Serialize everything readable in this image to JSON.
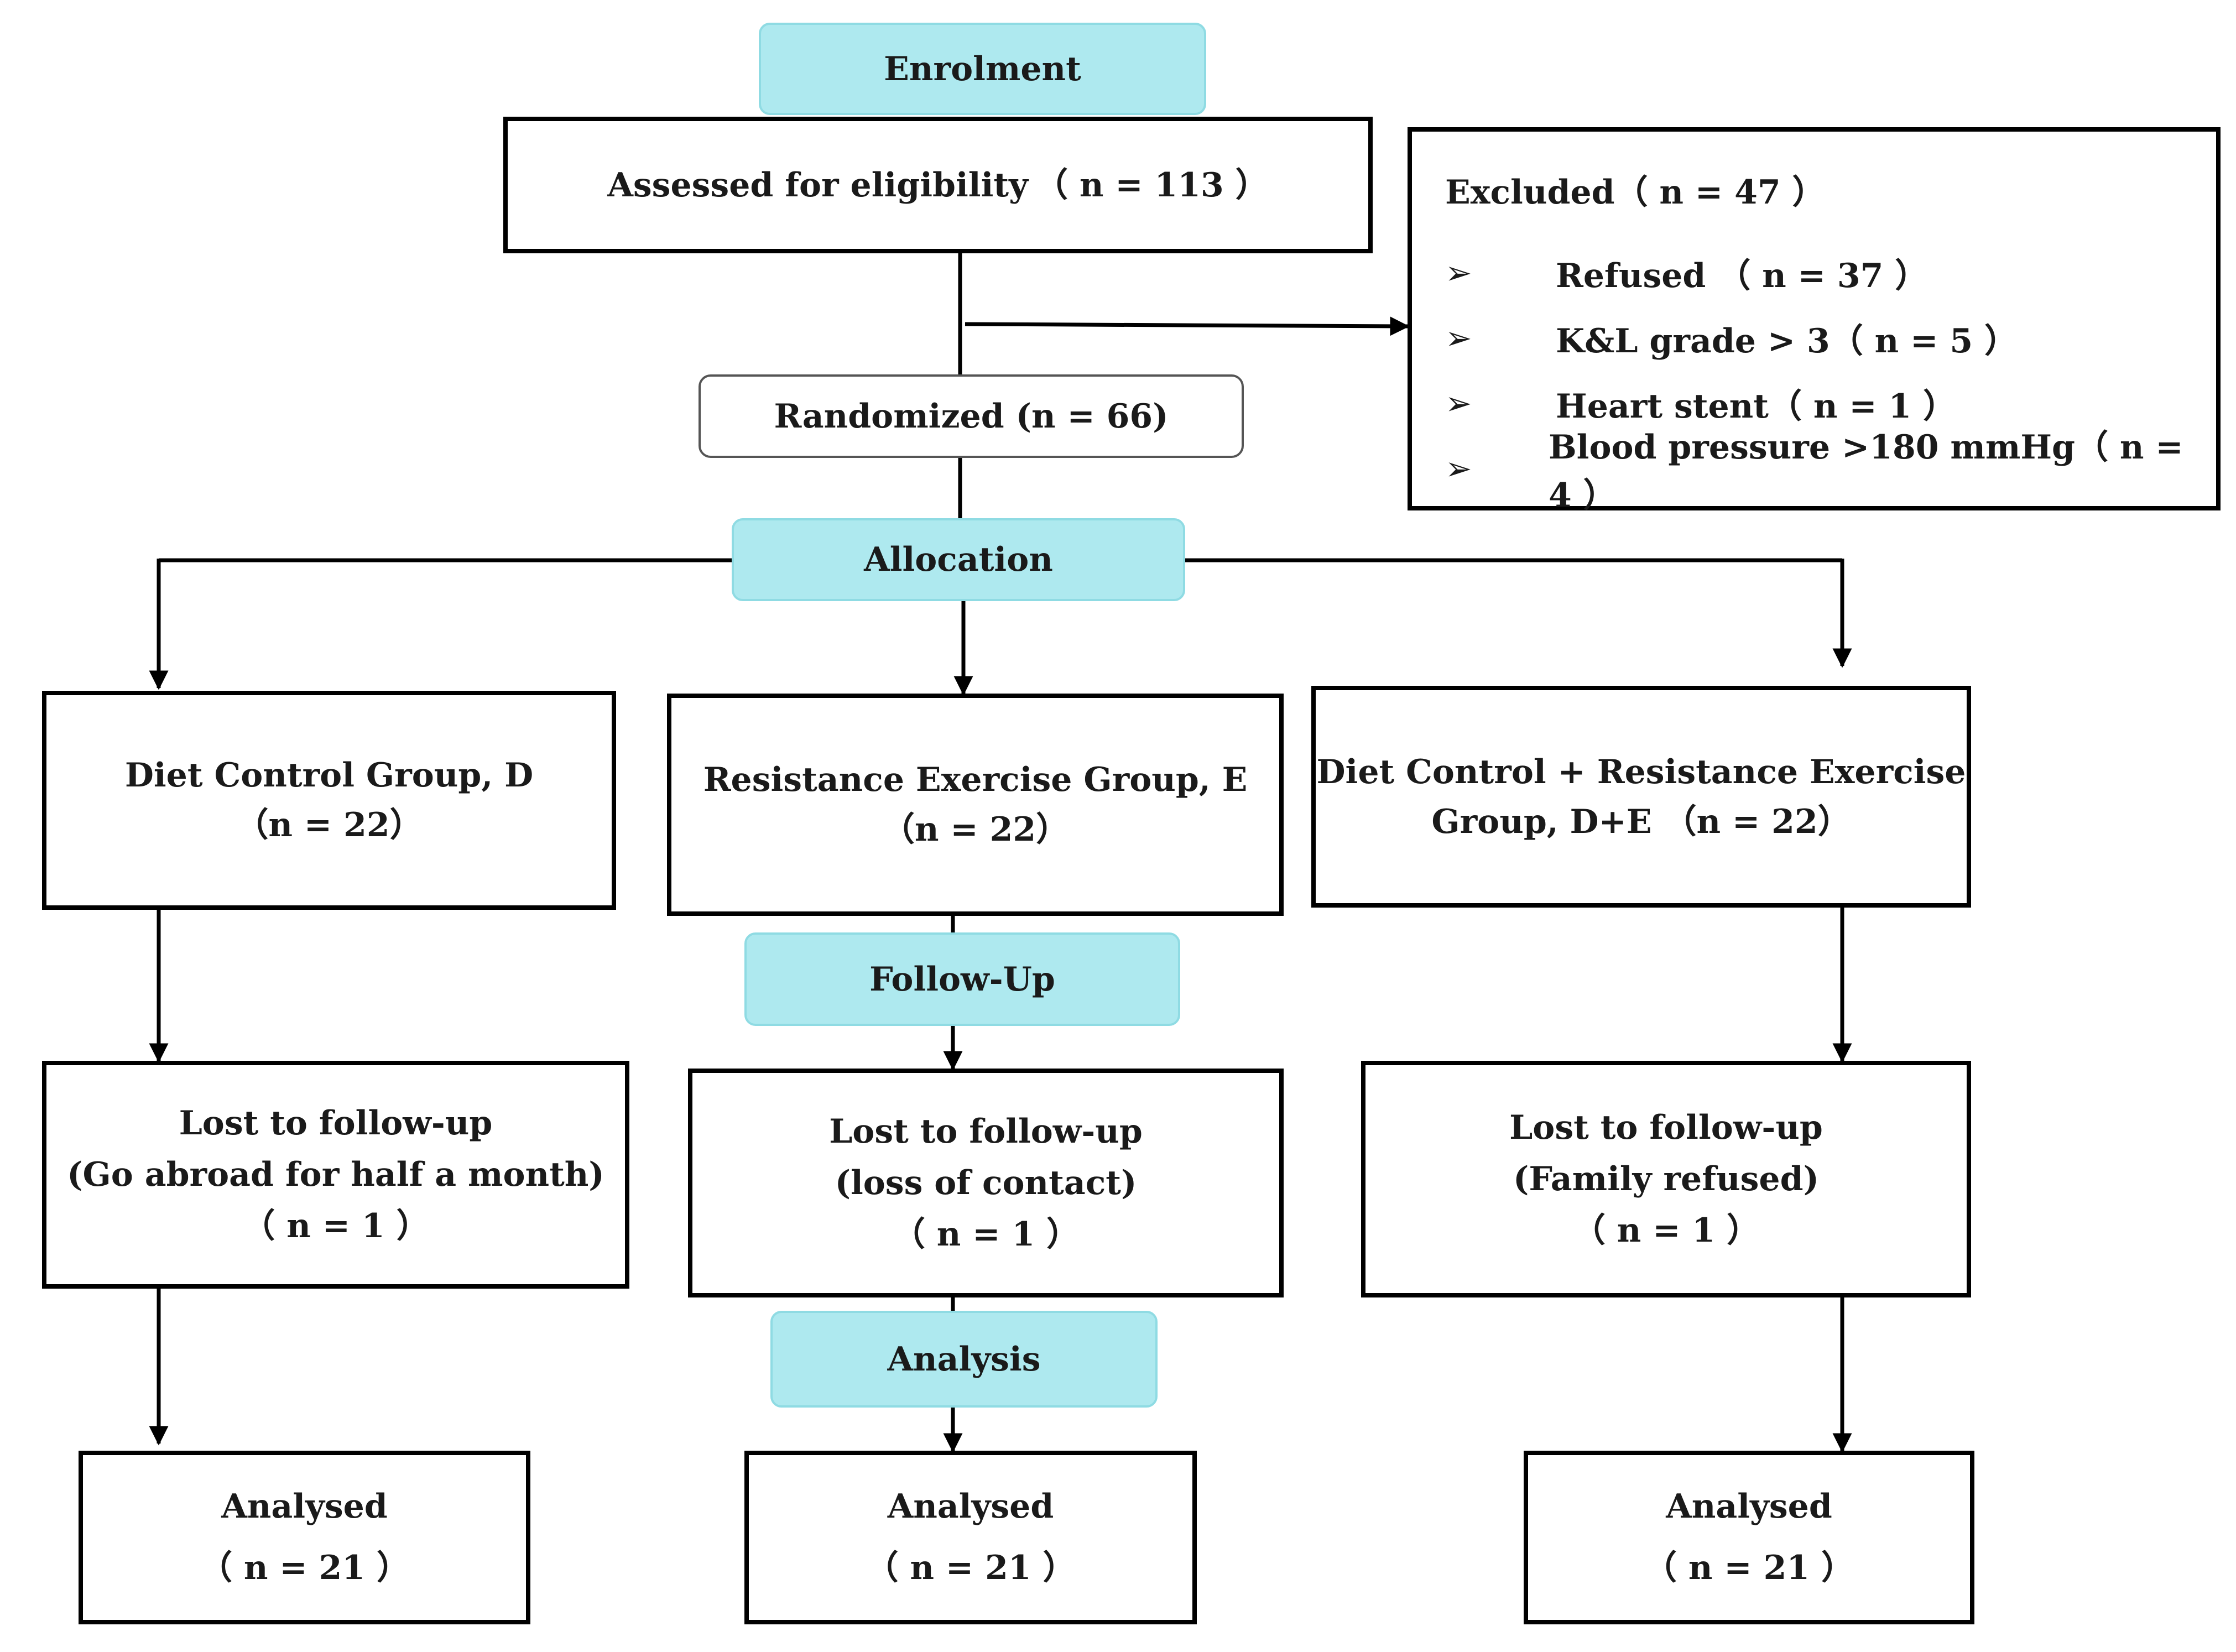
{
  "stages": {
    "enrolment": "Enrolment",
    "allocation": "Allocation",
    "follow_up": "Follow-Up",
    "analysis": "Analysis"
  },
  "assessed": {
    "label": "Assessed for eligibility",
    "n": "（ n = 113 ）"
  },
  "excluded": {
    "title": "Excluded（ n = 47 ）",
    "items": [
      {
        "bullet": "➢",
        "text": "Refused （ n = 37 ）"
      },
      {
        "bullet": "➢",
        "text": "K&L grade > 3（ n = 5 ）"
      },
      {
        "bullet": "➢",
        "text": "Heart stent（ n = 1 ）"
      },
      {
        "bullet": "➢",
        "text": "Blood pressure >180 mmHg（ n = 4 ）"
      }
    ]
  },
  "randomized": "Randomized (n = 66)",
  "groups": [
    {
      "line1": "Diet Control Group, D",
      "line2": "（n = 22）"
    },
    {
      "line1": "Resistance Exercise Group, E",
      "line2": "（n = 22）"
    },
    {
      "line1": "Diet Control + Resistance Exercise",
      "line2": "Group, D+E （n = 22）"
    }
  ],
  "lost": [
    {
      "line1": "Lost to follow-up",
      "line2": "(Go abroad for half a month)",
      "line3": "（ n = 1 ）"
    },
    {
      "line1": "Lost to follow-up",
      "line2": "(loss of contact)",
      "line3": "（ n = 1 ）"
    },
    {
      "line1": "Lost to follow-up",
      "line2": "(Family refused)",
      "line3": "（ n = 1 ）"
    }
  ],
  "analysed": [
    {
      "label": "Analysed",
      "n": "（ n = 21 ）"
    },
    {
      "label": "Analysed",
      "n": "（ n = 21 ）"
    },
    {
      "label": "Analysed",
      "n": "（ n = 21 ）"
    }
  ]
}
